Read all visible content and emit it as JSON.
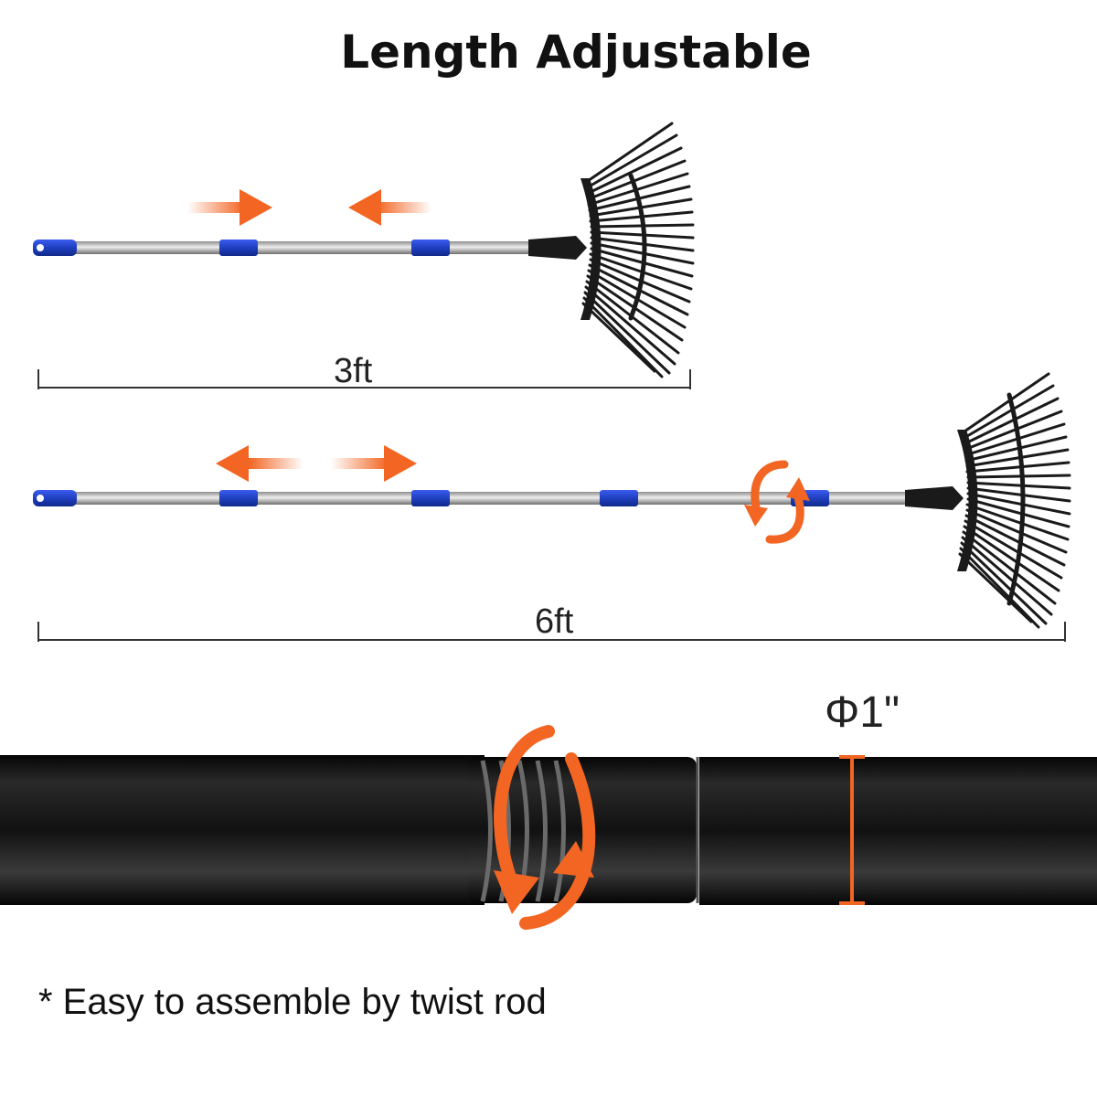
{
  "title": "Length Adjustable",
  "rake_short": {
    "length_label": "3ft"
  },
  "rake_long": {
    "length_label": "6ft"
  },
  "closeup": {
    "diameter_label": "Φ1\""
  },
  "footnote": "* Easy to assemble by twist rod",
  "colors": {
    "accent_orange": "#f26522",
    "grip_blue": "#1f3fc0",
    "handle_silver": "#b9b9b9",
    "rake_black": "#1a1a1a"
  },
  "icons": [
    "push-arrow-icon",
    "twist-rotation-icon",
    "rake-head-icon"
  ]
}
